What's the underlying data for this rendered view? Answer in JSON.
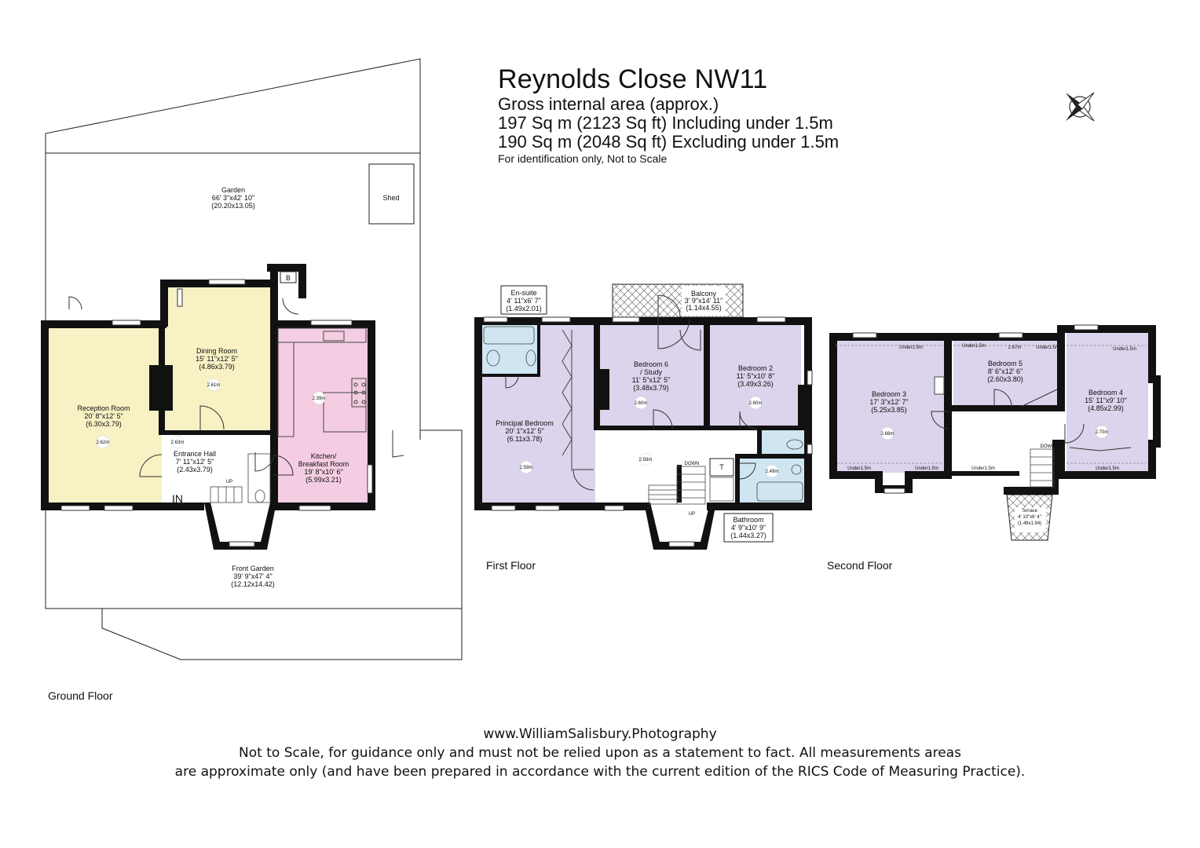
{
  "header": {
    "title": "Reynolds Close NW11",
    "line1": "Gross internal area (approx.)",
    "line2": "197 Sq m (2123 Sq ft) Including under 1.5m",
    "line3": "190 Sq m (2048 Sq ft) Excluding under 1.5m",
    "note": "For identification only, Not to Scale"
  },
  "floors": {
    "ground": "Ground Floor",
    "first": "First Floor",
    "second": "Second Floor"
  },
  "rooms": {
    "garden": {
      "name": "Garden",
      "dim": "66' 3\"x42' 10\"",
      "metric": "(20.20x13.05)"
    },
    "shed": {
      "name": "Shed"
    },
    "reception": {
      "name": "Reception Room",
      "dim": "20' 8\"x12' 5\"",
      "metric": "(6.30x3.79)",
      "height": "2.62m"
    },
    "dining": {
      "name": "Dining Room",
      "dim": "15' 11\"x12' 5\"",
      "metric": "(4.86x3.79)",
      "height": "2.61m"
    },
    "kitchen": {
      "name1": "Kitchen/",
      "name2": "Breakfast Room",
      "dim": "19' 8\"x10' 6\"",
      "metric": "(5.99x3.21)",
      "height": "2.39m"
    },
    "hall": {
      "name": "Entrance Hall",
      "dim": "7' 11\"x12' 5\"",
      "metric": "(2.43x3.79)",
      "height": "2.63m"
    },
    "front_garden": {
      "name": "Front Garden",
      "dim": "39' 9\"x47' 4\"",
      "metric": "(12.12x14.42)"
    },
    "ensuite": {
      "name": "En-suite",
      "dim": "4' 11\"x6' 7\"",
      "metric": "(1.49x2.01)"
    },
    "balcony": {
      "name": "Balcony",
      "dim": "3' 9\"x14' 11\"",
      "metric": "(1.14x4.55)"
    },
    "principal": {
      "name": "Principal Bedroom",
      "dim": "20' 1\"x12' 5\"",
      "metric": "(6.11x3.78)",
      "height": "2.59m"
    },
    "bedroom6": {
      "name1": "Bedroom 6",
      "name2": "/ Study",
      "dim": "11' 5\"x12' 5\"",
      "metric": "(3.48x3.79)",
      "height": "2.60m"
    },
    "bedroom2": {
      "name": "Bedroom 2",
      "dim": "11' 5\"x10' 8\"",
      "metric": "(3.49x3.26)",
      "height": "2.60m"
    },
    "landing": {
      "height": "2.58m"
    },
    "bathroom": {
      "name": "Bathroom",
      "dim": "4' 9\"x10' 9\"",
      "metric": "(1.44x3.27)",
      "height": "2.49m"
    },
    "bedroom3": {
      "name": "Bedroom 3",
      "dim": "17' 3\"x12' 7\"",
      "metric": "(5.25x3.85)",
      "height": "2.68m"
    },
    "bedroom5": {
      "name": "Bedroom 5",
      "dim": "8' 6\"x12' 6\"",
      "metric": "(2.60x3.80)",
      "height": "2.67m"
    },
    "bedroom4": {
      "name": "Bedroom 4",
      "dim": "15' 11\"x9' 10\"",
      "metric": "(4.85x2.99)",
      "height": "2.70m"
    },
    "terrace": {
      "name": "Terrace",
      "dim": "4' 10\"x6' 4\"",
      "metric": "(1.48x1.94)"
    }
  },
  "markers": {
    "in": "IN",
    "up": "UP",
    "down": "DOWN",
    "boiler": "B",
    "tank": "T",
    "under": "Under1.5m"
  },
  "footer": {
    "website": "www.WilliamSalisbury.Photography",
    "line1": "Not to Scale, for guidance only and must not be relied upon as a statement to fact. All measurements areas",
    "line2": "are approximate only (and have been prepared in accordance with the current edition of the RICS Code of Measuring Practice)."
  },
  "colors": {
    "wall": "#111111",
    "reception_fill": "#f7f1c4",
    "dining_fill": "#f7f1c4",
    "kitchen_fill": "#f4cde2",
    "bedroom_fill": "#dcd3ec",
    "bath_fill": "#cfe6f2",
    "hall_fill": "#ffffff"
  }
}
